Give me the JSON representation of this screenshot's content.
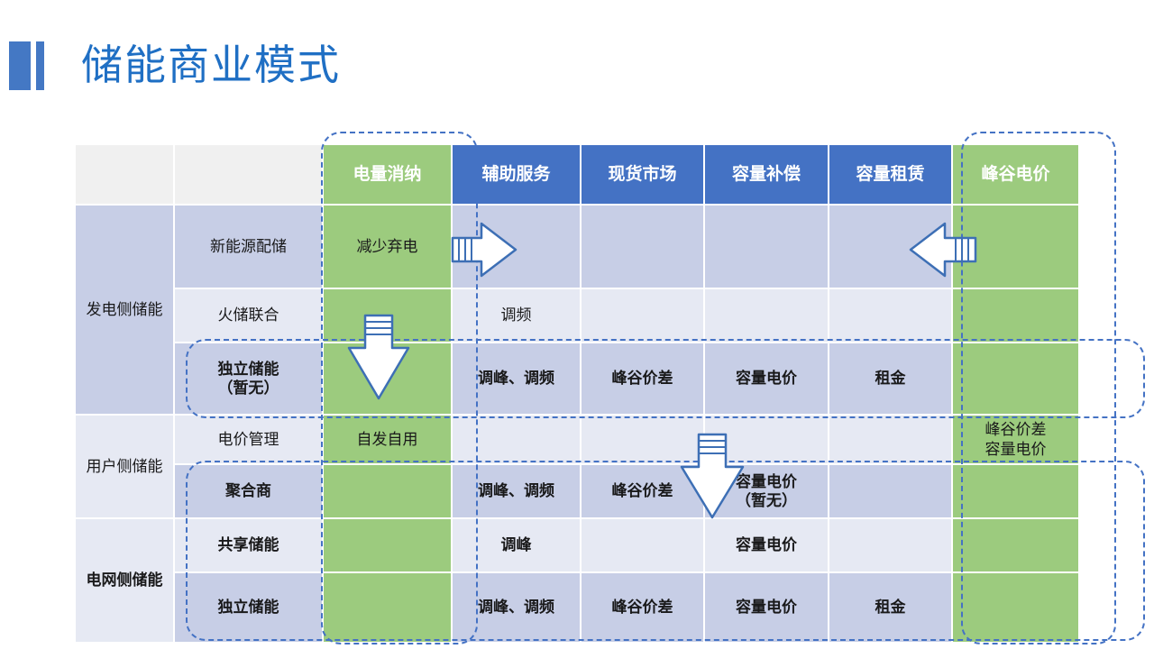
{
  "page_title": "储能商业模式",
  "accent_color": "#4478c4",
  "title_color": "#1f6fc4",
  "colors": {
    "green": "#9ccb7e",
    "blue": "#4472c4",
    "row_dark": "#c7cee6",
    "row_light": "#e6e9f3",
    "header_blank": "#f0f0f0",
    "dash_outline": "#4472c4"
  },
  "table": {
    "corner_blank_1": "",
    "corner_blank_2": "",
    "headers": [
      {
        "label": "电量消纳",
        "style": "green"
      },
      {
        "label": "辅助服务",
        "style": "blue"
      },
      {
        "label": "现货市场",
        "style": "blue"
      },
      {
        "label": "容量补偿",
        "style": "blue"
      },
      {
        "label": "容量租赁",
        "style": "blue"
      },
      {
        "label": "峰谷电价",
        "style": "green"
      }
    ],
    "groups": [
      {
        "label": "发电侧储能",
        "bold": false,
        "rows": 3
      },
      {
        "label": "用户侧储能",
        "bold": false,
        "rows": 2
      },
      {
        "label": "电网侧储能",
        "bold": true,
        "rows": 3
      }
    ],
    "rows": [
      {
        "name": "新能源配储",
        "bold": false,
        "cells": [
          "减少弃电",
          "",
          "",
          "",
          "",
          ""
        ]
      },
      {
        "name": "火储联合",
        "bold": false,
        "cells": [
          "",
          "调频",
          "",
          "",
          "",
          ""
        ]
      },
      {
        "name": "独立储能\n（暂无）",
        "bold": true,
        "cells": [
          "",
          "调峰、调频",
          "峰谷价差",
          "容量电价",
          "租金",
          ""
        ]
      },
      {
        "name": "电价管理",
        "bold": false,
        "cells": [
          "自发自用",
          "",
          "",
          "",
          "",
          "峰谷价差\n容量电价"
        ]
      },
      {
        "name": "聚合商",
        "bold": true,
        "cells": [
          "",
          "调峰、调频",
          "峰谷价差",
          "容量电价\n（暂无）",
          "",
          ""
        ]
      },
      {
        "name": "共享储能",
        "bold": true,
        "cells": [
          "",
          "调峰",
          "",
          "容量电价",
          "",
          ""
        ]
      },
      {
        "name": "独立储能",
        "bold": true,
        "cells": [
          "",
          "调峰、调频",
          "峰谷价差",
          "容量电价",
          "租金",
          ""
        ]
      }
    ]
  },
  "highlights": [
    {
      "name": "dashed-box-column-electricity-consumption"
    },
    {
      "name": "dashed-box-column-peak-valley-price"
    },
    {
      "name": "dashed-box-row-independent-storage-gen"
    },
    {
      "name": "dashed-box-rows-user-grid-side"
    }
  ],
  "arrows": [
    {
      "name": "arrow-right-reduce-curtailment",
      "direction": "right"
    },
    {
      "name": "arrow-down-generation-to-independent",
      "direction": "down"
    },
    {
      "name": "arrow-down-spot-to-capacity",
      "direction": "down"
    },
    {
      "name": "arrow-left-peak-valley-to-new-energy",
      "direction": "left"
    }
  ]
}
